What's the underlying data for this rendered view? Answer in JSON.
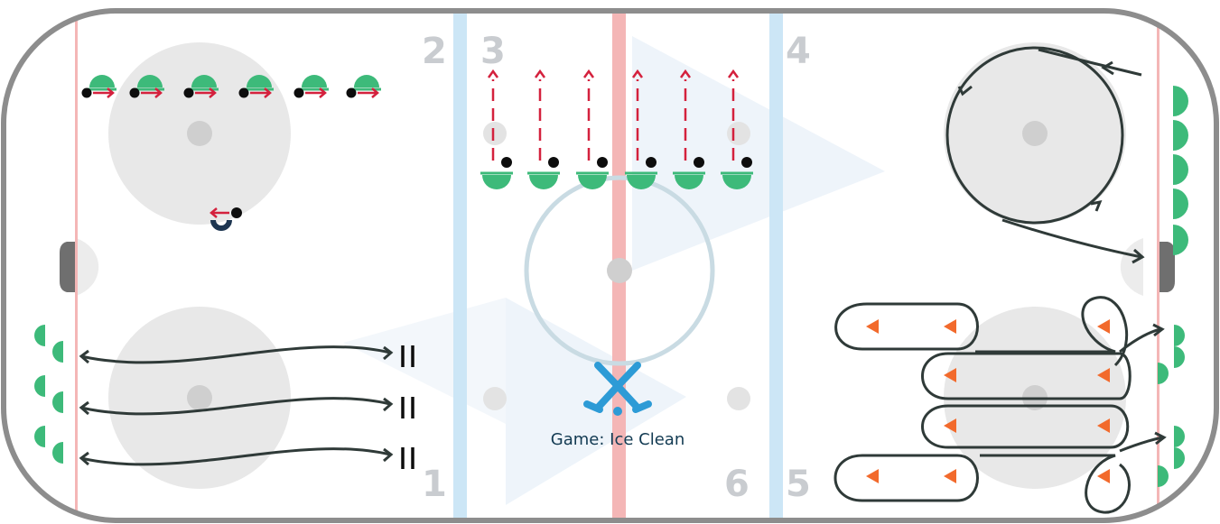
{
  "caption": "Game: Ice Clean",
  "zone_numbers": {
    "z1": "1",
    "z2": "2",
    "z3": "3",
    "z4": "4",
    "z5": "5",
    "z6": "6"
  },
  "colors": {
    "boards": "#8d8d8d",
    "goal_line": "#f4b6b6",
    "blue_line": "#cce6f6",
    "red_line": "#f4b6b6",
    "circle_fill": "#e8e8e8",
    "faceoff_dot": "#cfcfcf",
    "player": "#3dba7a",
    "coach": "#1d3550",
    "puck": "#0d0d0d",
    "skate_path": "#2f3a38",
    "pass_arrow": "#d4213d",
    "cone": "#f26a2c",
    "sticks_logo": "#2d9bd6",
    "center_circle": "#c9dbe3",
    "watermark": "#eef4fa"
  },
  "icons": [
    "hockey-sticks-icon",
    "player-icon",
    "coach-icon",
    "puck-icon",
    "cone-icon",
    "net-icon"
  ]
}
